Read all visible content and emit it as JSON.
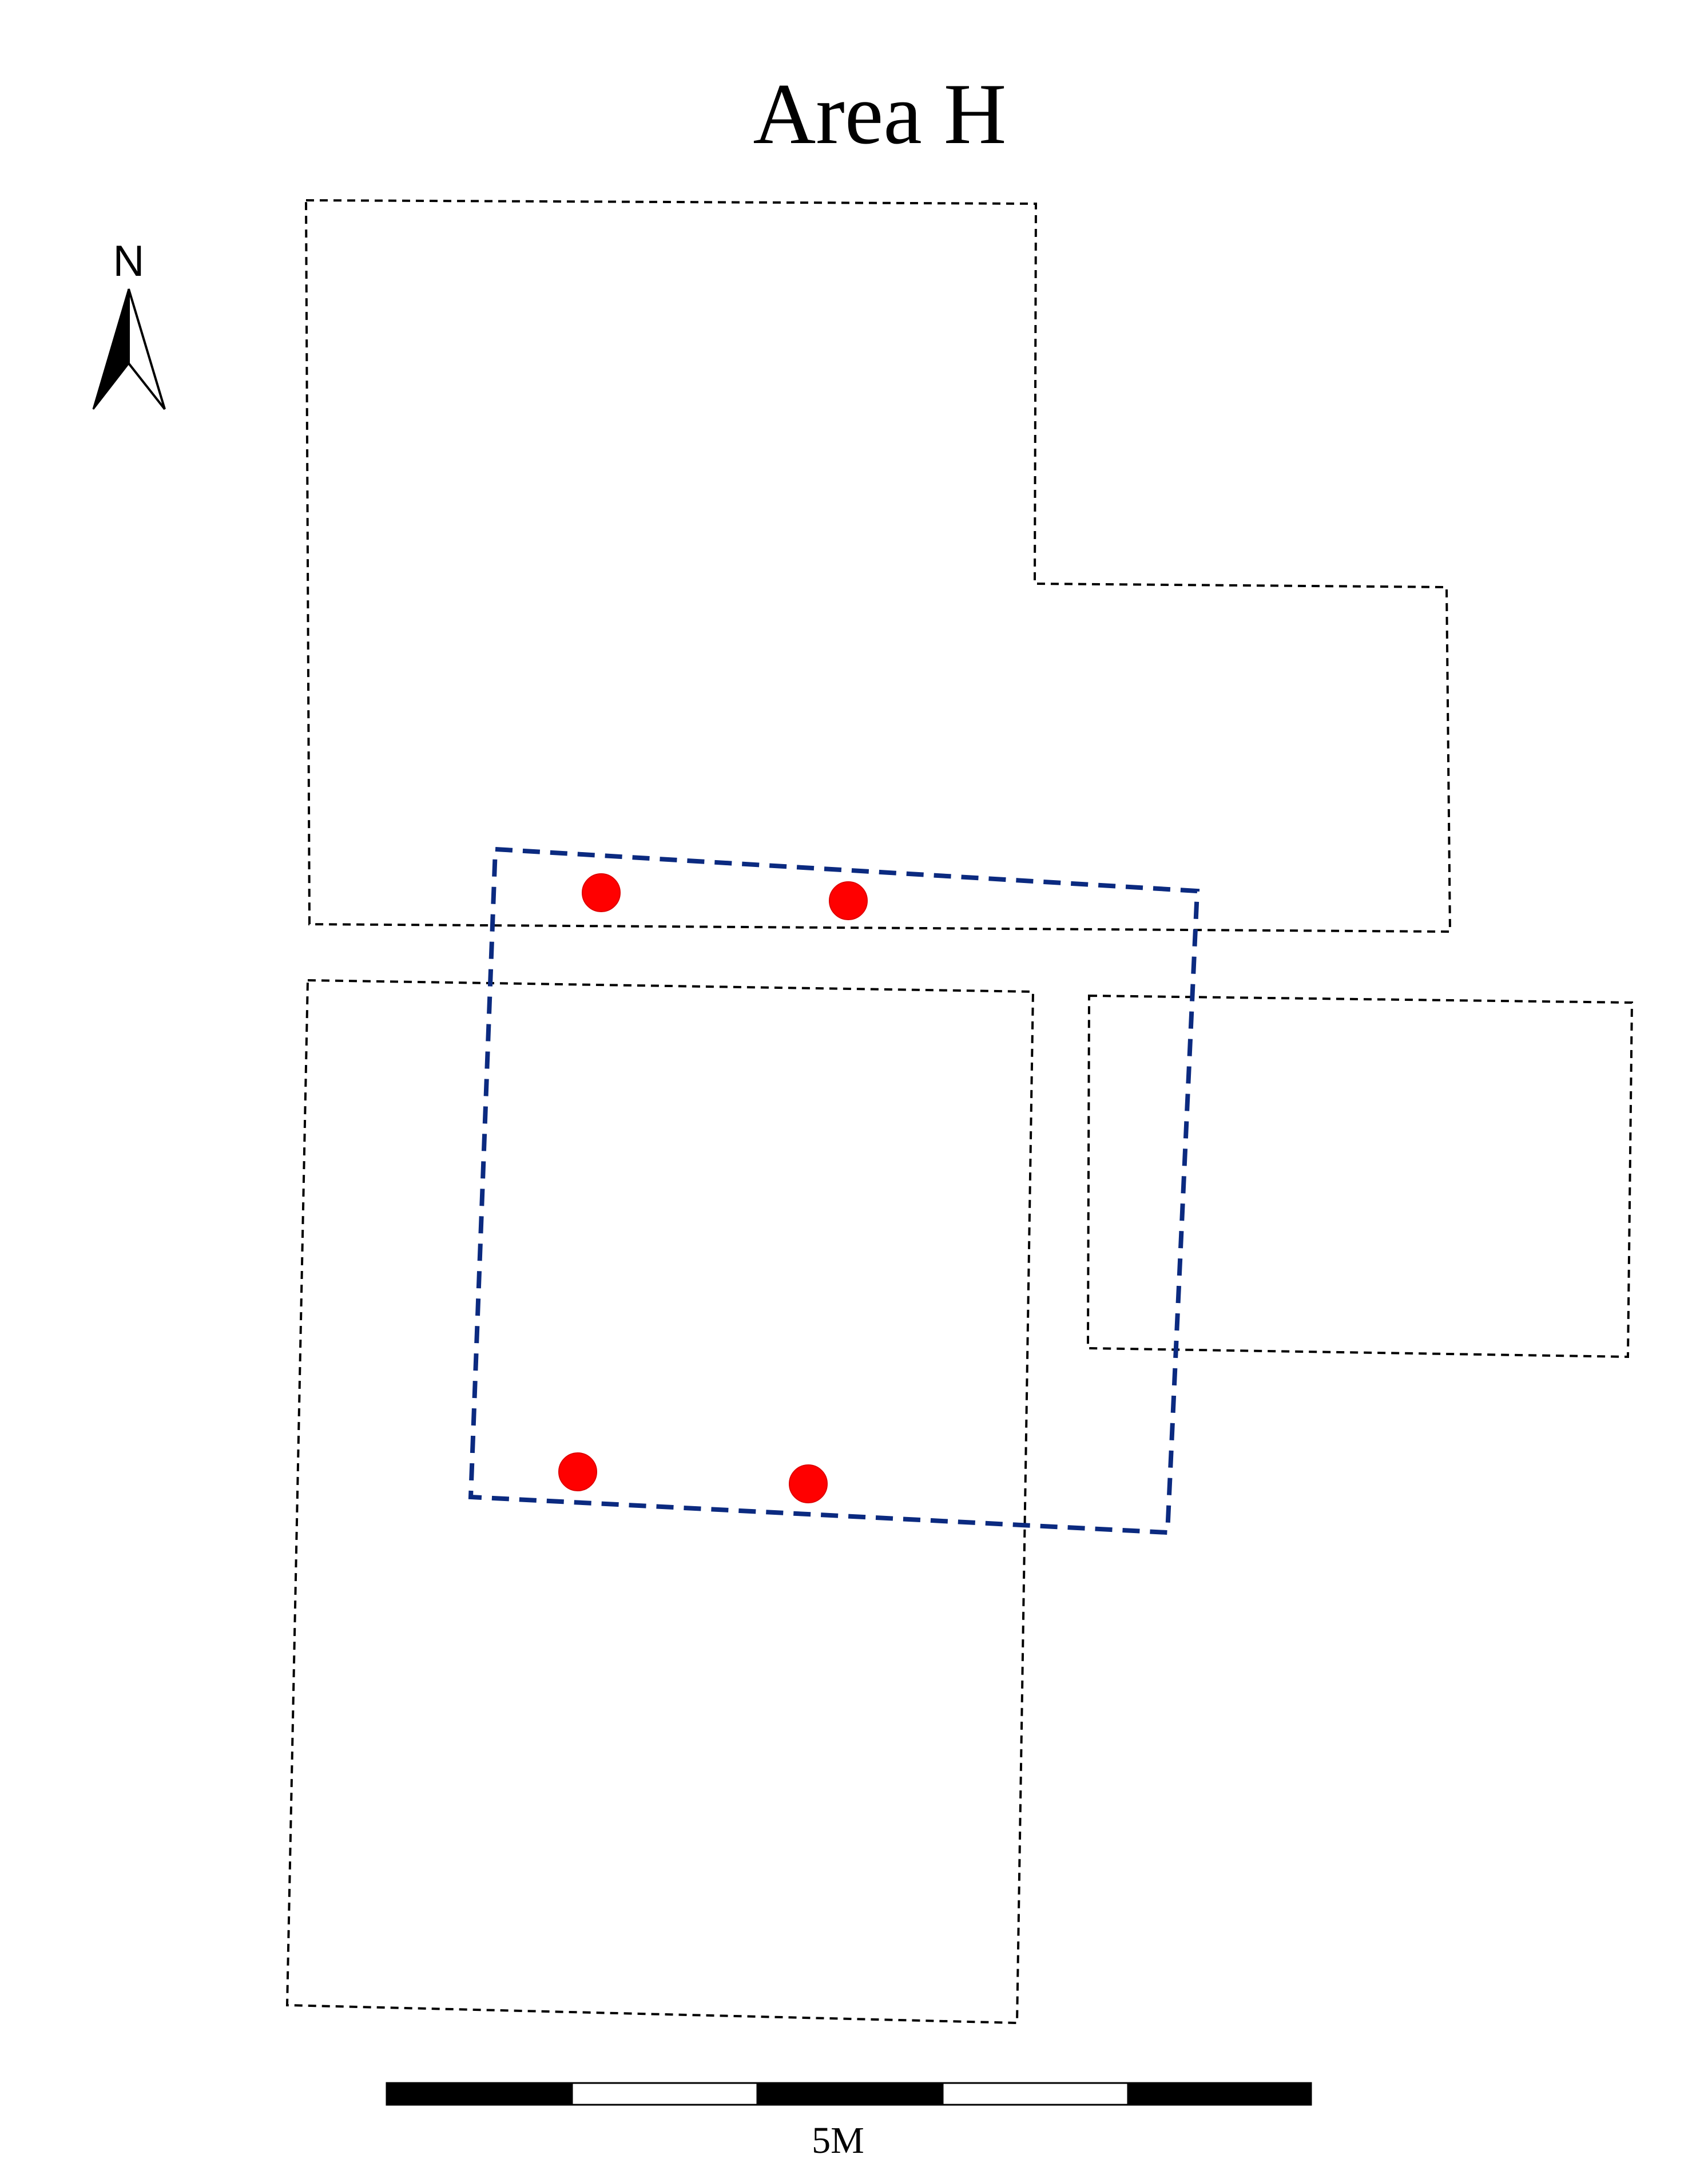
{
  "title": "Area H",
  "north_arrow": {
    "label": "N"
  },
  "scale_bar": {
    "label": "5M",
    "segments": 5,
    "colors": [
      "#000000",
      "#ffffff"
    ]
  },
  "colors": {
    "trench_outline": "#000000",
    "structure_outline": "#0b2a80",
    "post_hole": "#ff0000"
  }
}
